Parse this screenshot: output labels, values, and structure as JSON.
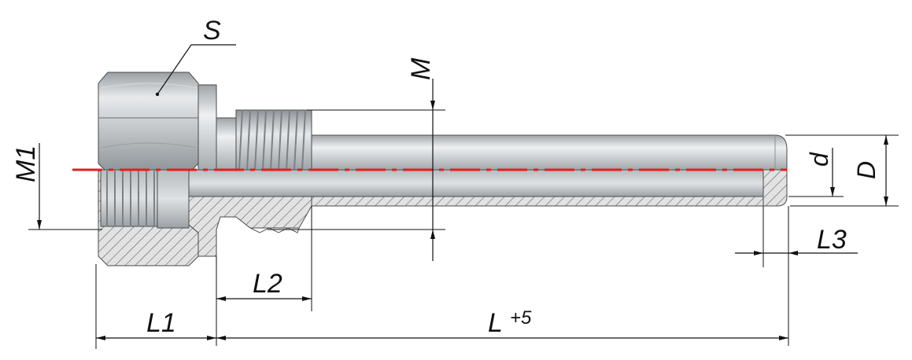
{
  "labels": {
    "S": "S",
    "M": "M",
    "M1": "M1",
    "d": "d",
    "D": "D",
    "L1": "L1",
    "L2": "L2",
    "L3": "L3",
    "L": "L",
    "L_tolerance": "+5"
  },
  "colors": {
    "background": "#ffffff",
    "steel_light": "#e8eaec",
    "steel_mid": "#bfc3c6",
    "steel_dark": "#8e9397",
    "section_fill": "#dcdcdc",
    "hatch": "#555555",
    "axis": "#e02020",
    "dimension": "#111111"
  }
}
